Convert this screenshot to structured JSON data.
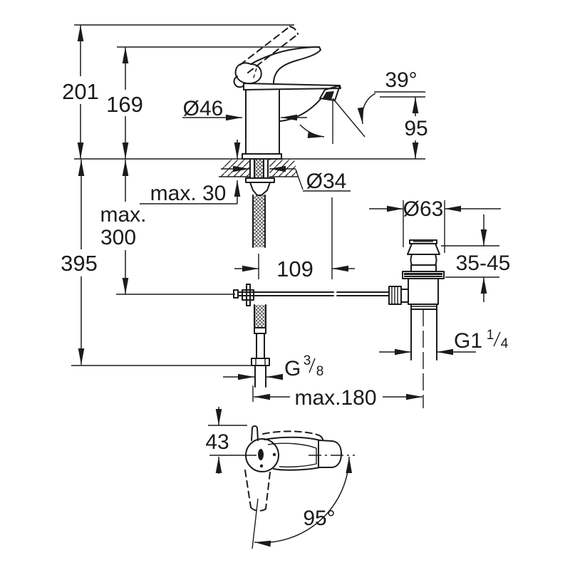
{
  "drawing": {
    "type": "technical-dimension-drawing",
    "subject": "single-lever basin mixer tap with pop-up waste: side elevation with installation section and plan view of handle swivel",
    "background": "#ffffff",
    "line_color": "#1b1b1b",
    "dimensions": {
      "overall_height": "201",
      "height_to_lever": "169",
      "body_diameter": "Ø46",
      "spout_angle": "39°",
      "spout_outlet_height": "95",
      "deck_thickness": "max. 30",
      "mounting_hole_diameter": "Ø34",
      "hose_length_word": "max.",
      "hose_length_value": "300",
      "overall_depth_below": "395",
      "rod_offset": "109",
      "waste_flange_diameter": "Ø63",
      "waste_clamp_range": "35-45",
      "waste_thread_base": "G1",
      "waste_thread_numerator": "1",
      "waste_thread_denominator": "4",
      "supply_thread_base": "G",
      "supply_thread_numerator": "3",
      "supply_thread_denominator": "8",
      "rod_to_waste_distance": "max.180",
      "handle_offset_top_view": "43",
      "handle_swivel_angle": "95°"
    }
  }
}
